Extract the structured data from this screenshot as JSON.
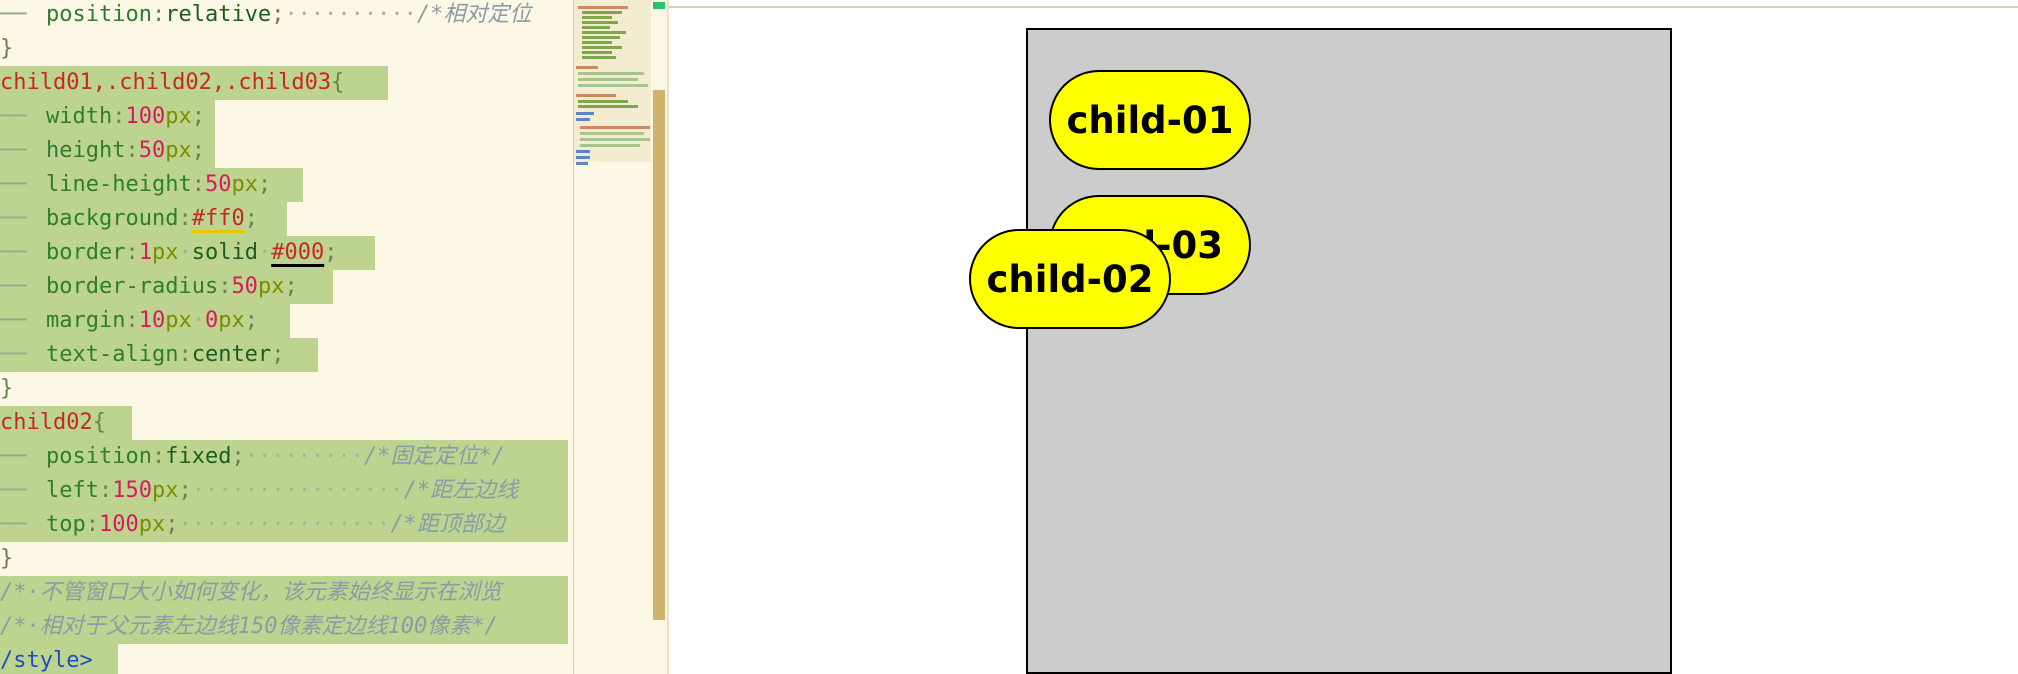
{
  "editor": {
    "lines": [
      {
        "guide": "──",
        "parts": [
          [
            "prop",
            "position"
          ],
          [
            "punc",
            ":"
          ],
          [
            "val",
            "relative"
          ],
          [
            "punc",
            ";"
          ],
          [
            "dot",
            "··········"
          ],
          [
            "cmt",
            "/*相对定位"
          ]
        ]
      },
      {
        "guide": "",
        "parts": [
          [
            "punc",
            "}"
          ]
        ]
      },
      {
        "guide": "",
        "parts": [
          [
            "sel",
            "child01,.child02,.child03"
          ],
          [
            "punc",
            "{"
          ]
        ]
      },
      {
        "guide": "──",
        "parts": [
          [
            "prop",
            "width"
          ],
          [
            "punc",
            ":"
          ],
          [
            "num",
            "100"
          ],
          [
            "unit",
            "px"
          ],
          [
            "punc",
            ";"
          ]
        ]
      },
      {
        "guide": "──",
        "parts": [
          [
            "prop",
            "height"
          ],
          [
            "punc",
            ":"
          ],
          [
            "num",
            "50"
          ],
          [
            "unit",
            "px"
          ],
          [
            "punc",
            ";"
          ]
        ]
      },
      {
        "guide": "──",
        "parts": [
          [
            "prop",
            "line-height"
          ],
          [
            "punc",
            ":"
          ],
          [
            "num",
            "50"
          ],
          [
            "unit",
            "px"
          ],
          [
            "punc",
            ";"
          ]
        ]
      },
      {
        "guide": "──",
        "parts": [
          [
            "prop",
            "background"
          ],
          [
            "punc",
            ":"
          ],
          [
            "hexy",
            "#ff0"
          ],
          [
            "punc",
            ";"
          ]
        ]
      },
      {
        "guide": "──",
        "parts": [
          [
            "prop",
            "border"
          ],
          [
            "punc",
            ":"
          ],
          [
            "num",
            "1"
          ],
          [
            "unit",
            "px"
          ],
          [
            "dot",
            "·"
          ],
          [
            "val",
            "solid"
          ],
          [
            "dot",
            "·"
          ],
          [
            "hexb",
            "#000"
          ],
          [
            "punc",
            ";"
          ]
        ]
      },
      {
        "guide": "──",
        "parts": [
          [
            "prop",
            "border-radius"
          ],
          [
            "punc",
            ":"
          ],
          [
            "num",
            "50"
          ],
          [
            "unit",
            "px"
          ],
          [
            "punc",
            ";"
          ]
        ]
      },
      {
        "guide": "──",
        "parts": [
          [
            "prop",
            "margin"
          ],
          [
            "punc",
            ":"
          ],
          [
            "num",
            "10"
          ],
          [
            "unit",
            "px"
          ],
          [
            "dot",
            "·"
          ],
          [
            "num",
            "0"
          ],
          [
            "unit",
            "px"
          ],
          [
            "punc",
            ";"
          ]
        ]
      },
      {
        "guide": "──",
        "parts": [
          [
            "prop",
            "text-align"
          ],
          [
            "punc",
            ":"
          ],
          [
            "val",
            "center"
          ],
          [
            "punc",
            ";"
          ]
        ]
      },
      {
        "guide": "",
        "parts": [
          [
            "punc",
            "}"
          ]
        ]
      },
      {
        "guide": "",
        "parts": [
          [
            "sel",
            "child02"
          ],
          [
            "punc",
            "{"
          ]
        ]
      },
      {
        "guide": "──",
        "parts": [
          [
            "prop",
            "position"
          ],
          [
            "punc",
            ":"
          ],
          [
            "val",
            "fixed"
          ],
          [
            "punc",
            ";"
          ],
          [
            "dot",
            "·········"
          ],
          [
            "cmt",
            "/*固定定位*/"
          ]
        ]
      },
      {
        "guide": "──",
        "parts": [
          [
            "prop",
            "left"
          ],
          [
            "punc",
            ":"
          ],
          [
            "num",
            "150"
          ],
          [
            "unit",
            "px"
          ],
          [
            "punc",
            ";"
          ],
          [
            "dot",
            "················"
          ],
          [
            "cmt",
            "/*距左边线"
          ]
        ]
      },
      {
        "guide": "──",
        "parts": [
          [
            "prop",
            "top"
          ],
          [
            "punc",
            ":"
          ],
          [
            "num",
            "100"
          ],
          [
            "unit",
            "px"
          ],
          [
            "punc",
            ";"
          ],
          [
            "dot",
            "················"
          ],
          [
            "cmt",
            "/*距顶部边"
          ]
        ]
      },
      {
        "guide": "",
        "parts": [
          [
            "punc",
            "}"
          ]
        ]
      },
      {
        "guide": "",
        "parts": [
          [
            "cmt",
            "/*·不管窗口大小如何变化，该元素始终显示在浏览"
          ]
        ]
      },
      {
        "guide": "",
        "parts": [
          [
            "cmt",
            "/*·相对于父元素左边线150像素定边线100像素*/"
          ]
        ]
      },
      {
        "guide": "",
        "parts": [
          [
            "tag",
            "/style>"
          ]
        ]
      }
    ]
  },
  "preview": {
    "child01": "child-01",
    "child02": "child-02",
    "child03": "child-03"
  },
  "colors": {
    "editor_bg": "#fdf8e5",
    "selection": "#bcd48f",
    "pill_fill": "#ffff00",
    "parent_fill": "#cccccc"
  }
}
